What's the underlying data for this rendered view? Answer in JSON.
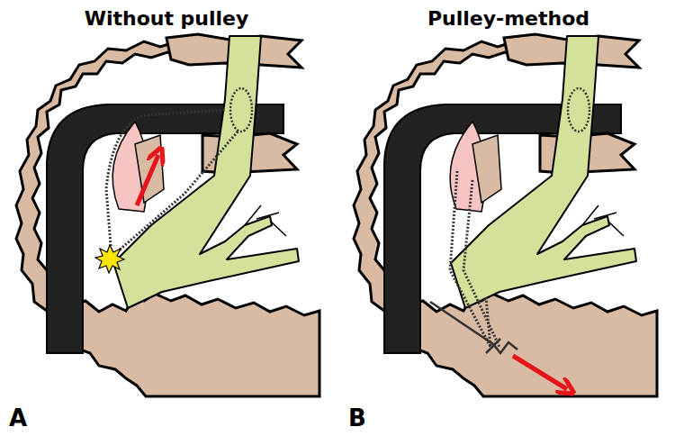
{
  "diagram": {
    "labels": [
      "Without pulley",
      "Pulley-method",
      "A",
      "B"
    ]
  }
}
